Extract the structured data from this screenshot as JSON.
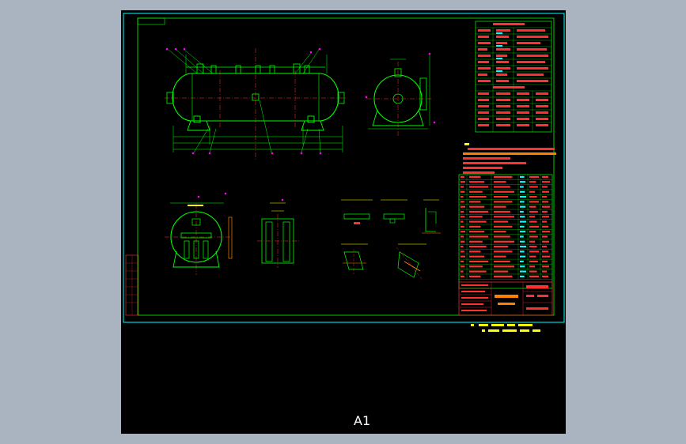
{
  "sheet": {
    "size_label": "A1"
  },
  "colors": {
    "background": "#000000",
    "frame": "#00ffff",
    "outline": "#00ff00",
    "centerline": "#ff3030",
    "leader": "#ff00ff",
    "text_table": "#ff3030",
    "text_note": "#ffff00",
    "hatch": "#ff8000",
    "dimension": "#00ffff"
  },
  "views": [
    {
      "id": "front-elevation"
    },
    {
      "id": "end-view"
    },
    {
      "id": "section-a-a"
    },
    {
      "id": "saddle-detail"
    },
    {
      "id": "detail-1"
    },
    {
      "id": "detail-2"
    },
    {
      "id": "detail-3"
    },
    {
      "id": "detail-4"
    },
    {
      "id": "detail-5"
    }
  ],
  "zoom_hint": "overview"
}
